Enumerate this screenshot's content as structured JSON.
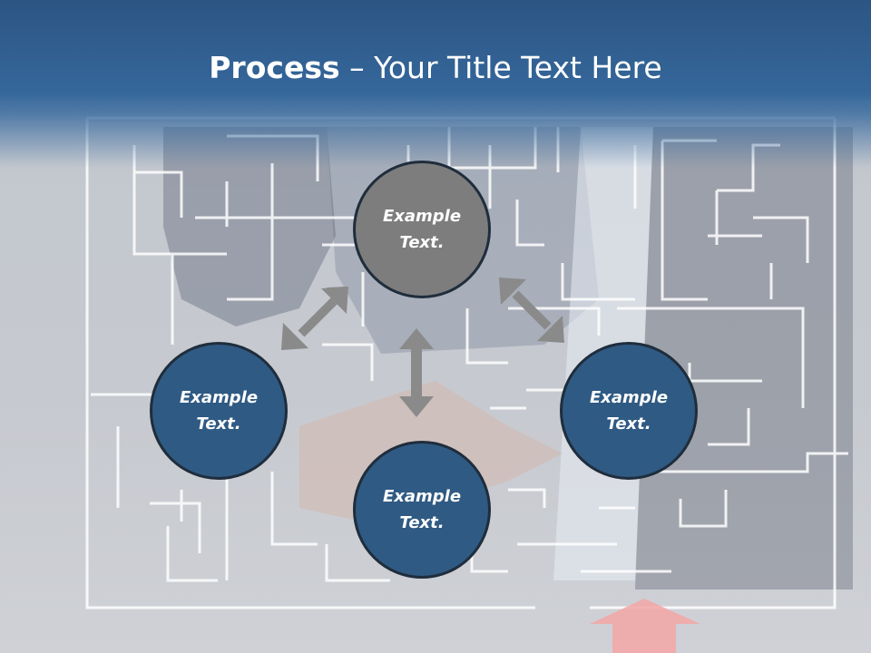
{
  "slide": {
    "title_bold": "Process",
    "title_rest": " – Your Title Text Here"
  },
  "nodes": {
    "top": {
      "line1": "Example",
      "line2": "Text."
    },
    "left": {
      "line1": "Example",
      "line2": "Text."
    },
    "right": {
      "line1": "Example",
      "line2": "Text."
    },
    "bottom": {
      "line1": "Example",
      "line2": "Text."
    }
  },
  "colors": {
    "header": "#2c5583",
    "node_blue": "#2f5a83",
    "node_gray": "#7d7d7d",
    "arrow": "#8a8a8a",
    "maze_line": "#ffffff",
    "entry_arrow": "#f2a8a8"
  }
}
